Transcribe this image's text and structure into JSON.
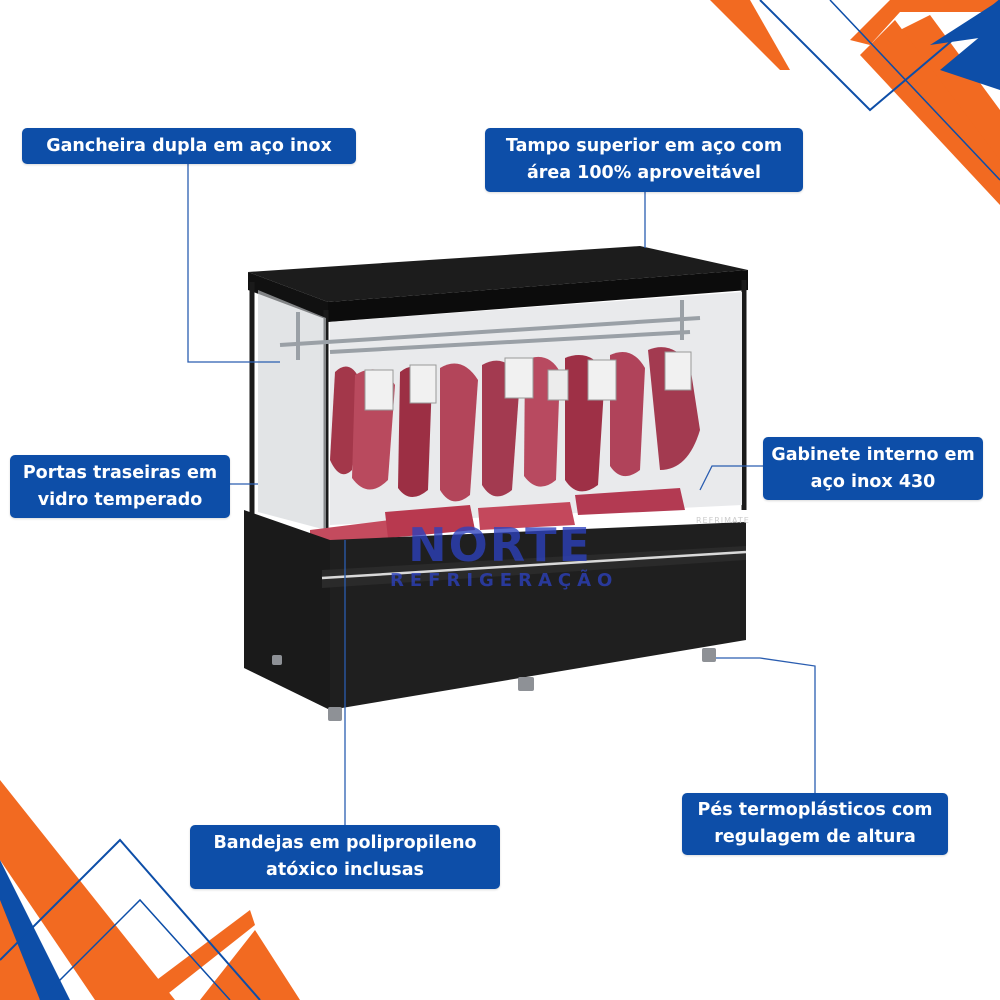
{
  "colors": {
    "callout_bg": "#0d4ea8",
    "callout_text": "#ffffff",
    "accent_orange": "#f26a21",
    "accent_blue": "#0d4ea8",
    "cabinet_black": "#1b1b1b"
  },
  "product": {
    "badge": "REFRIMATE"
  },
  "watermark": {
    "brand": "NORTE",
    "subtitle": "REFRIGERAÇÃO"
  },
  "callouts": {
    "gancheira": {
      "line1": "Gancheira dupla em aço inox"
    },
    "tampo": {
      "line1": "Tampo superior em aço com",
      "line2": "área 100% aproveitável"
    },
    "portas": {
      "line1": "Portas traseiras em",
      "line2": "vidro temperado"
    },
    "gabinete": {
      "line1": "Gabinete interno em",
      "line2": "aço inox 430"
    },
    "pes": {
      "line1": "Pés termoplásticos com",
      "line2": "regulagem de altura"
    },
    "bandejas": {
      "line1": "Bandejas em polipropileno",
      "line2": "atóxico inclusas"
    }
  }
}
